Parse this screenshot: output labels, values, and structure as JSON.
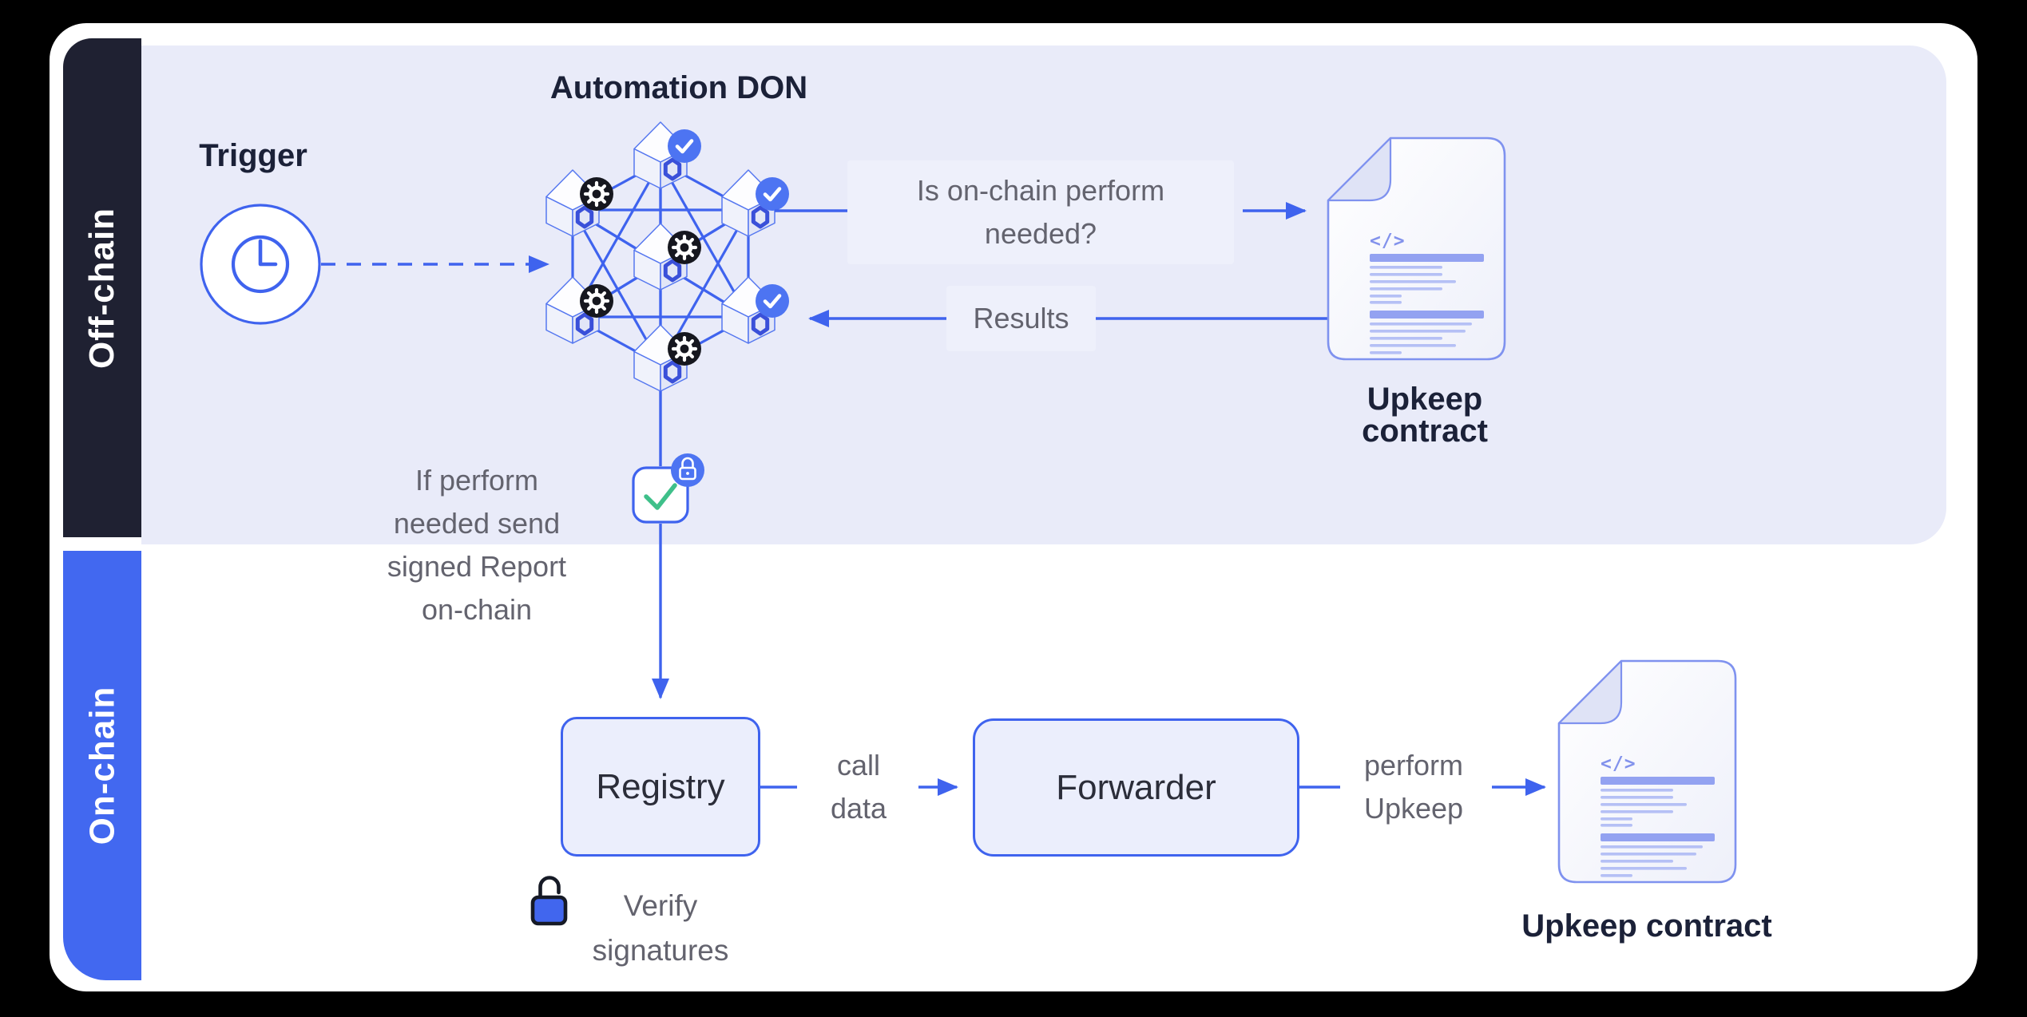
{
  "lanes": {
    "off_chain": {
      "label": "Off-chain"
    },
    "on_chain": {
      "label": "On-chain"
    }
  },
  "off_chain": {
    "trigger_title": "Trigger",
    "don_title": "Automation DON",
    "question_line1": "Is on-chain perform",
    "question_line2": "needed?",
    "results_label": "Results",
    "contract_label": "Upkeep contract",
    "contract_code_glyph": "</>",
    "note_line1": "If perform",
    "note_line2": "needed send",
    "note_line3": "signed Report",
    "note_line4": "on-chain"
  },
  "on_chain": {
    "registry_label": "Registry",
    "call_data_line1": "call",
    "call_data_line2": "data",
    "forwarder_label": "Forwarder",
    "perform_line1": "perform",
    "perform_line2": "Upkeep",
    "contract_label": "Upkeep contract",
    "contract_code_glyph": "</>",
    "verify_line1": "Verify",
    "verify_line2": "signatures"
  },
  "icons": {
    "trigger": "clock-icon",
    "don_node_ok": "check-badge-icon",
    "don_node_compute": "gear-badge-icon",
    "don_node_logo": "chainlink-hexagon-icon",
    "signed_report": "check-square-icon",
    "report_lock": "lock-badge-icon",
    "contract": "contract-document-icon",
    "verify": "unlock-icon"
  },
  "colors": {
    "accent_blue": "#3f63ee",
    "tab_dark": "#1f2132",
    "tab_blue": "#4268f0",
    "lavender_bg": "#e9ebf9",
    "label_panel_bg": "#eef0fb",
    "badge_blue": "#4d74f2",
    "badge_dark": "#16171f",
    "check_green": "#3fc08a",
    "text_dark": "#1b2138",
    "text_gray": "#63636e"
  }
}
